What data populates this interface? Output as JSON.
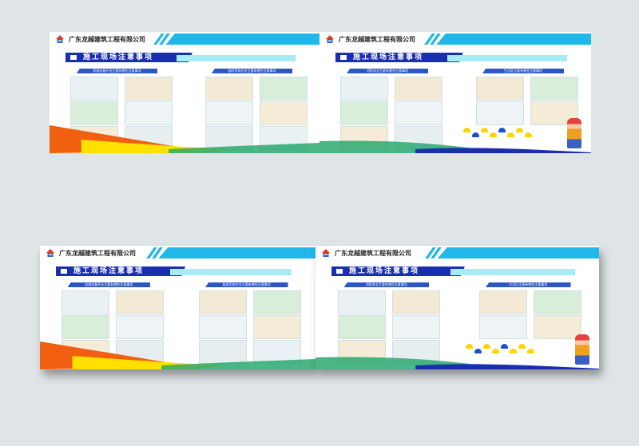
{
  "company_name": "广东龙越建筑工程有限公司",
  "panel_title": "施工现场注意事项",
  "boards": [
    {
      "side": "left",
      "sections": [
        "机械设备作业主要有哪些注意事项",
        "临时用电作业主要有哪些注意事项"
      ]
    },
    {
      "side": "right",
      "sections": [
        "消防安全主要有哪些注意事项",
        "生活区注意有哪些注意事项"
      ]
    },
    {
      "side": "left",
      "sections": [
        "机械设备作业主要有哪些注意事项",
        "临时用电作业主要有哪些注意事项"
      ]
    },
    {
      "side": "right",
      "sections": [
        "消防安全主要有哪些注意事项",
        "生活区注意有哪些注意事项"
      ]
    }
  ],
  "colors": {
    "title_blue": "#1a2fb0",
    "header_cyan": "#1fb8e8",
    "accent_orange": "#f06010",
    "accent_yellow": "#ffe000",
    "accent_green": "#2aa870"
  }
}
